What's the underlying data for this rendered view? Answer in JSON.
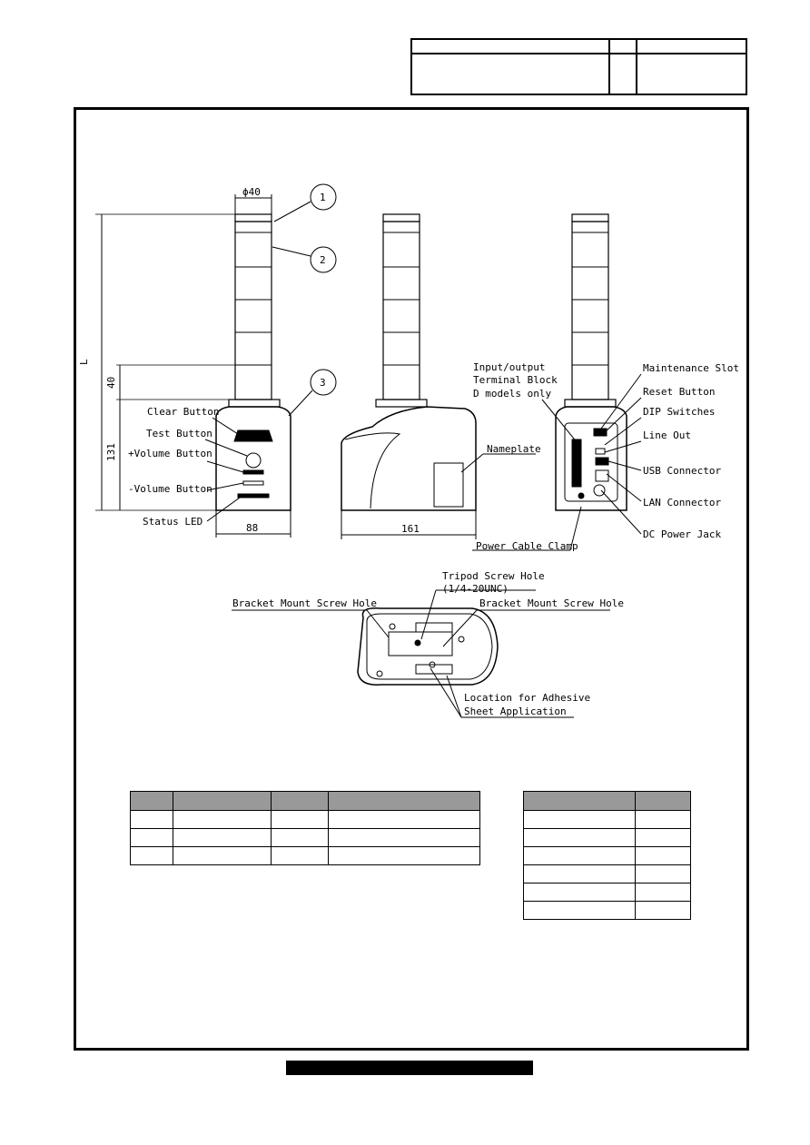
{
  "dimensions": {
    "diameter": "ϕ40",
    "overall_height": "L",
    "base_offset": "40",
    "base_height": "131",
    "width": "88",
    "depth": "161"
  },
  "balloons": [
    "1",
    "2",
    "3"
  ],
  "front_labels": {
    "clear_button": "Clear Button",
    "test_button": "Test Button",
    "volume_up_button": "+Volume Button",
    "volume_down_button": "-Volume Button",
    "status_led": "Status LED"
  },
  "side_labels": {
    "io_terminal_line1": "Input/output",
    "io_terminal_line2": "Terminal Block",
    "io_terminal_line3": "D models only",
    "nameplate": "Nameplate",
    "power_cable_clamp": "Power Cable Clamp"
  },
  "rear_labels": {
    "maintenance_slot": "Maintenance Slot",
    "reset_button": "Reset Button",
    "dip_switches": "DIP Switches",
    "line_out": "Line Out",
    "usb_connector": "USB Connector",
    "lan_connector": "LAN Connector",
    "dc_power_jack": "DC Power Jack"
  },
  "bottom_labels": {
    "tripod_line1": "Tripod Screw Hole",
    "tripod_line2": "(1/4-20UNC)",
    "bracket_left": "Bracket Mount Screw Hole",
    "bracket_right": "Bracket Mount Screw Hole",
    "adhesive_line1": "Location for Adhesive",
    "adhesive_line2": "Sheet Application"
  }
}
